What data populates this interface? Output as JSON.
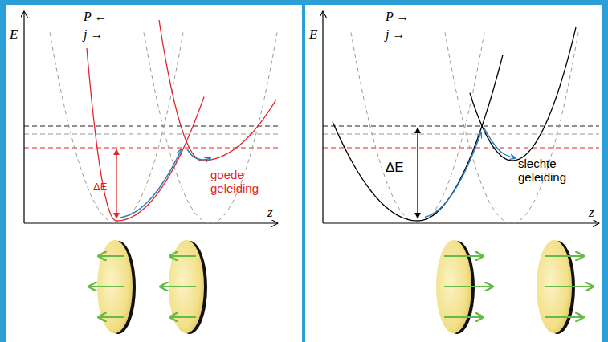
{
  "diagram": {
    "labels": [
      "E",
      "P ←",
      "j →",
      "ΔE",
      "goede geleiding",
      "z",
      "E",
      "P →",
      "j →",
      "ΔE",
      "slechte geleiding",
      "z"
    ]
  }
}
